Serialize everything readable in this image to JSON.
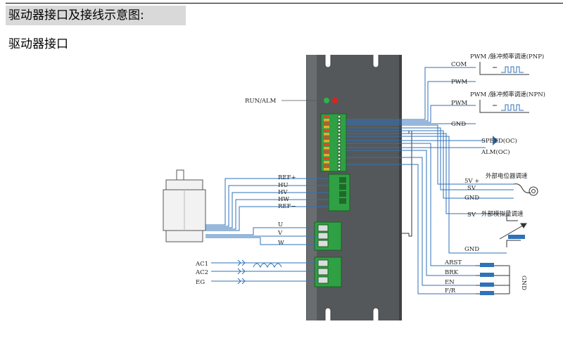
{
  "header": {
    "section_title": "驱动器接口及接线示意图:",
    "sub_title": "驱动器接口"
  },
  "diagram": {
    "run_alm": "RUN/ALM",
    "pwm_pnp_title": "PWM /脉冲频率调速(PNP)",
    "pwm_npn_title": "PWM /脉冲频率调速(NPN)",
    "com": "COM",
    "pwm1": "PWM",
    "pwm2": "PWM",
    "gnd1": "GND",
    "speed_oc": "SPEED(OC)",
    "alm_oc": "ALM(OC)",
    "ext_pot_title": "外部电位器调速",
    "v5": "5V +",
    "sv1": "SV",
    "gnd2": "GND",
    "ext_analog_title": "外部模拟量调速",
    "sv2": "SV",
    "gnd3": "GND",
    "arst": "ARST",
    "brk": "BRK",
    "en": "EN",
    "fr": "F/R",
    "gnd_vertical": "GND",
    "ref_plus": "REF+",
    "hu": "HU",
    "hv": "HV",
    "hw": "HW",
    "ref_minus": "REF−",
    "u": "U",
    "v": "V",
    "w": "W",
    "ac1": "AC1",
    "ac2": "AC2",
    "eg": "EG"
  },
  "colors": {
    "wire": "#2f72b8",
    "driver_body": "#55585a",
    "terminal_green": "#2fa043",
    "led_green": "#2db34a",
    "led_red": "#e02020"
  }
}
